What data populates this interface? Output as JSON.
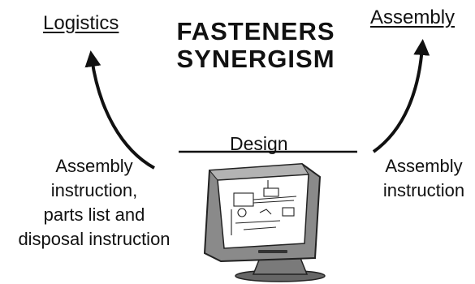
{
  "title": [
    "FASTENERS",
    "SYNERGISM"
  ],
  "nodes": {
    "left": "Logistics",
    "right": "Assembly",
    "center": "Design"
  },
  "left_text": [
    "Assembly",
    "instruction,",
    "parts list and",
    "disposal instruction"
  ],
  "right_text": [
    "Assembly",
    "instruction"
  ],
  "icons": {
    "computer": "computer-monitor-icon",
    "drawing": "technical-drawing-icon"
  }
}
